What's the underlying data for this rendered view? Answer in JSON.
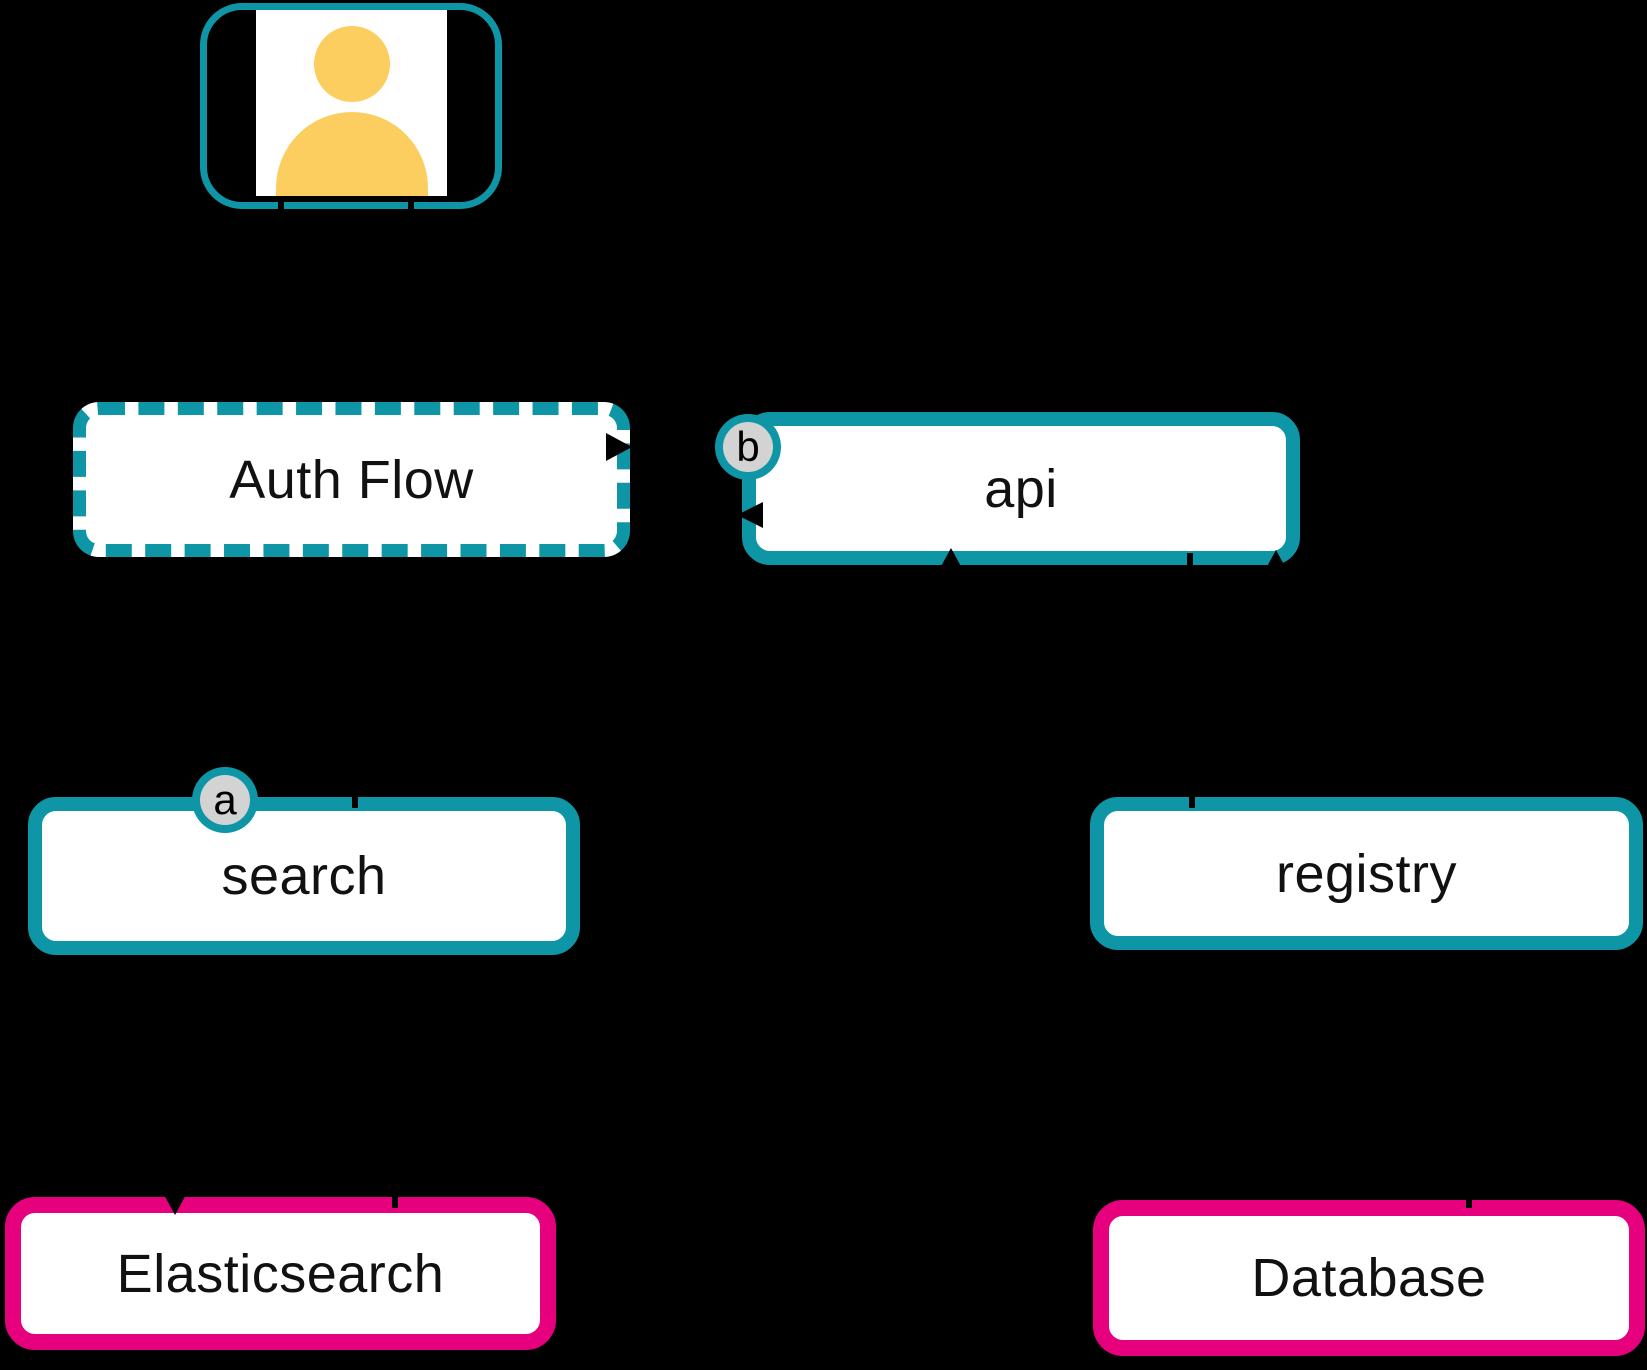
{
  "diagram": {
    "background_color": "#000000",
    "colors": {
      "teal": "#0E96A6",
      "pink": "#E6007E",
      "yellow": "#FBCE5F",
      "badge_fill": "#D3D3D3",
      "node_fill": "#FFFFFF",
      "text": "#111111"
    },
    "nodes": {
      "user": {
        "icon": "user-icon"
      },
      "auth_flow": {
        "label": "Auth Flow"
      },
      "api": {
        "label": "api",
        "badge": "b"
      },
      "search": {
        "label": "search",
        "badge": "a"
      },
      "registry": {
        "label": "registry"
      },
      "elasticsearch": {
        "label": "Elasticsearch"
      },
      "database": {
        "label": "Database"
      }
    }
  }
}
